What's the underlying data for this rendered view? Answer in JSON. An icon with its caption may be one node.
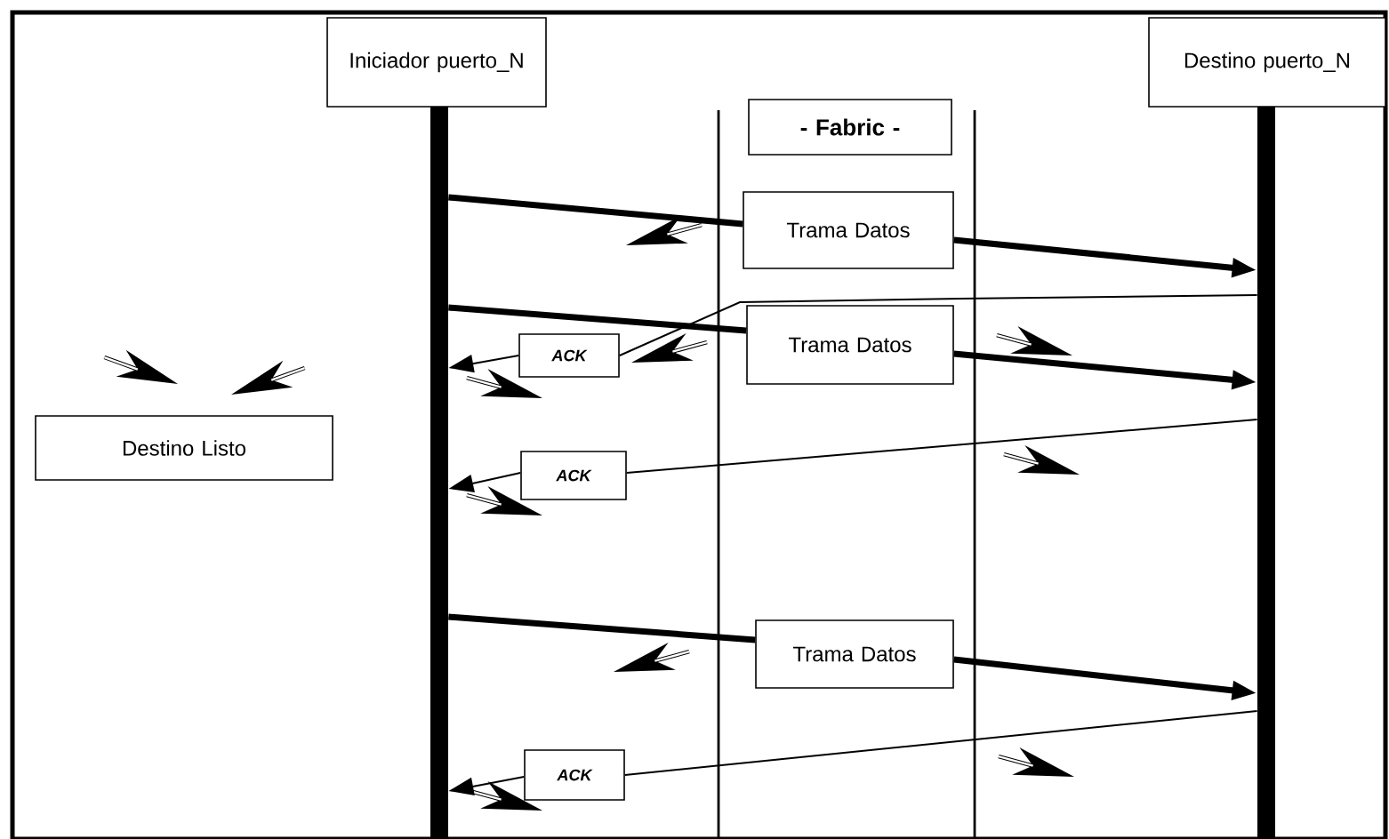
{
  "diagram": {
    "nodes": [
      {
        "text": [
          "Iniciador puerto_N"
        ]
      },
      {
        "text": [
          "Destino puerto_N"
        ]
      },
      {
        "text": [],
        "shape": "bar"
      },
      {
        "text": [],
        "shape": "bar"
      },
      {
        "text": [
          "- Fabric -"
        ]
      },
      {
        "text": [
          "Trama Datos"
        ]
      },
      {
        "text": [
          "Trama Datos"
        ]
      },
      {
        "text": [
          "ACK"
        ]
      },
      {
        "text": [
          "ACK"
        ]
      },
      {
        "text": [
          "Trama Datos"
        ]
      },
      {
        "text": [
          "ACK"
        ]
      },
      {
        "text": [
          "Destino Listo"
        ]
      }
    ],
    "edges": [
      {
        "from": 2,
        "to": 5,
        "arrow": "none",
        "style": "thick"
      },
      {
        "from": 5,
        "to": 3,
        "arrow": "to",
        "style": "thick"
      },
      {
        "from": 2,
        "to": 6,
        "arrow": "none",
        "style": "thick"
      },
      {
        "from": 6,
        "to": 3,
        "arrow": "to",
        "style": "thick"
      },
      {
        "from": 3,
        "to": 7,
        "arrow": "none"
      },
      {
        "from": 7,
        "to": 2,
        "arrow": "to"
      },
      {
        "from": 3,
        "to": 8,
        "arrow": "none"
      },
      {
        "from": 8,
        "to": 2,
        "arrow": "to"
      },
      {
        "from": 2,
        "to": 9,
        "arrow": "none",
        "style": "thick"
      },
      {
        "from": 9,
        "to": 3,
        "arrow": "to",
        "style": "thick"
      },
      {
        "from": 3,
        "to": 10,
        "arrow": "none"
      },
      {
        "from": 10,
        "to": 2,
        "arrow": "to"
      }
    ]
  }
}
